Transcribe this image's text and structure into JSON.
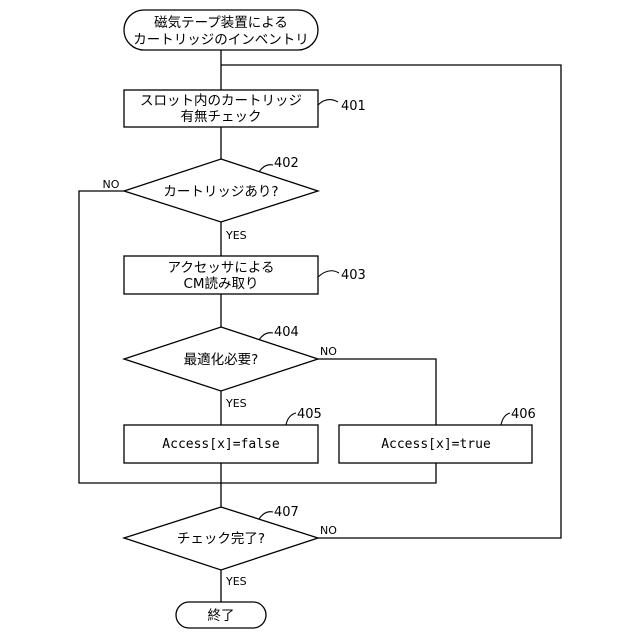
{
  "colors": {
    "stroke": "#000000",
    "background": "#ffffff"
  },
  "nodes": {
    "start": {
      "lines": [
        "磁気テープ装置による",
        "カートリッジのインベントリ"
      ]
    },
    "step401": {
      "ref": "401",
      "lines": [
        "スロット内のカートリッジ",
        "有無チェック"
      ]
    },
    "step402": {
      "ref": "402",
      "text": "カートリッジあり?",
      "no_label": "NO",
      "yes_label": "YES"
    },
    "step403": {
      "ref": "403",
      "lines": [
        "アクセッサによる",
        "CM読み取り"
      ]
    },
    "step404": {
      "ref": "404",
      "text": "最適化必要?",
      "no_label": "NO",
      "yes_label": "YES"
    },
    "step405": {
      "ref": "405",
      "text": "Access[x]=false"
    },
    "step406": {
      "ref": "406",
      "text": "Access[x]=true"
    },
    "step407": {
      "ref": "407",
      "text": "チェック完了?",
      "no_label": "NO",
      "yes_label": "YES"
    },
    "end": {
      "text": "終了"
    }
  }
}
